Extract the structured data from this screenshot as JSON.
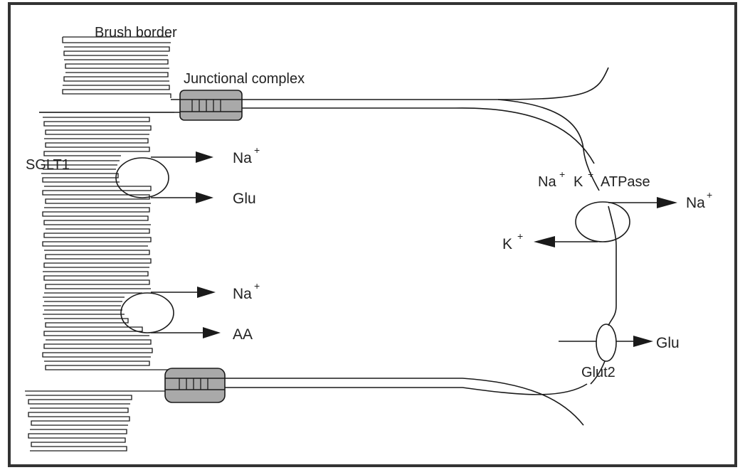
{
  "diagram": {
    "labels": {
      "brush_border": "Brush border",
      "junctional_complex": "Junctional complex",
      "sglt1": "SGLT1",
      "na_atpase": "Na",
      "k_atpase": "K",
      "atpase_word": "ATPase",
      "glut2": "Glut2",
      "plus": "+"
    },
    "transport": {
      "sglt1_na": "Na",
      "sglt1_glu": "Glu",
      "aa_na": "Na",
      "aa_aa": "AA",
      "pump_na": "Na",
      "pump_k": "K",
      "glut2_glu": "Glu"
    },
    "colors": {
      "line": "#1a1a1a",
      "junction_fill": "#a9a9a9",
      "text": "#222222",
      "frame": "#333333"
    }
  }
}
